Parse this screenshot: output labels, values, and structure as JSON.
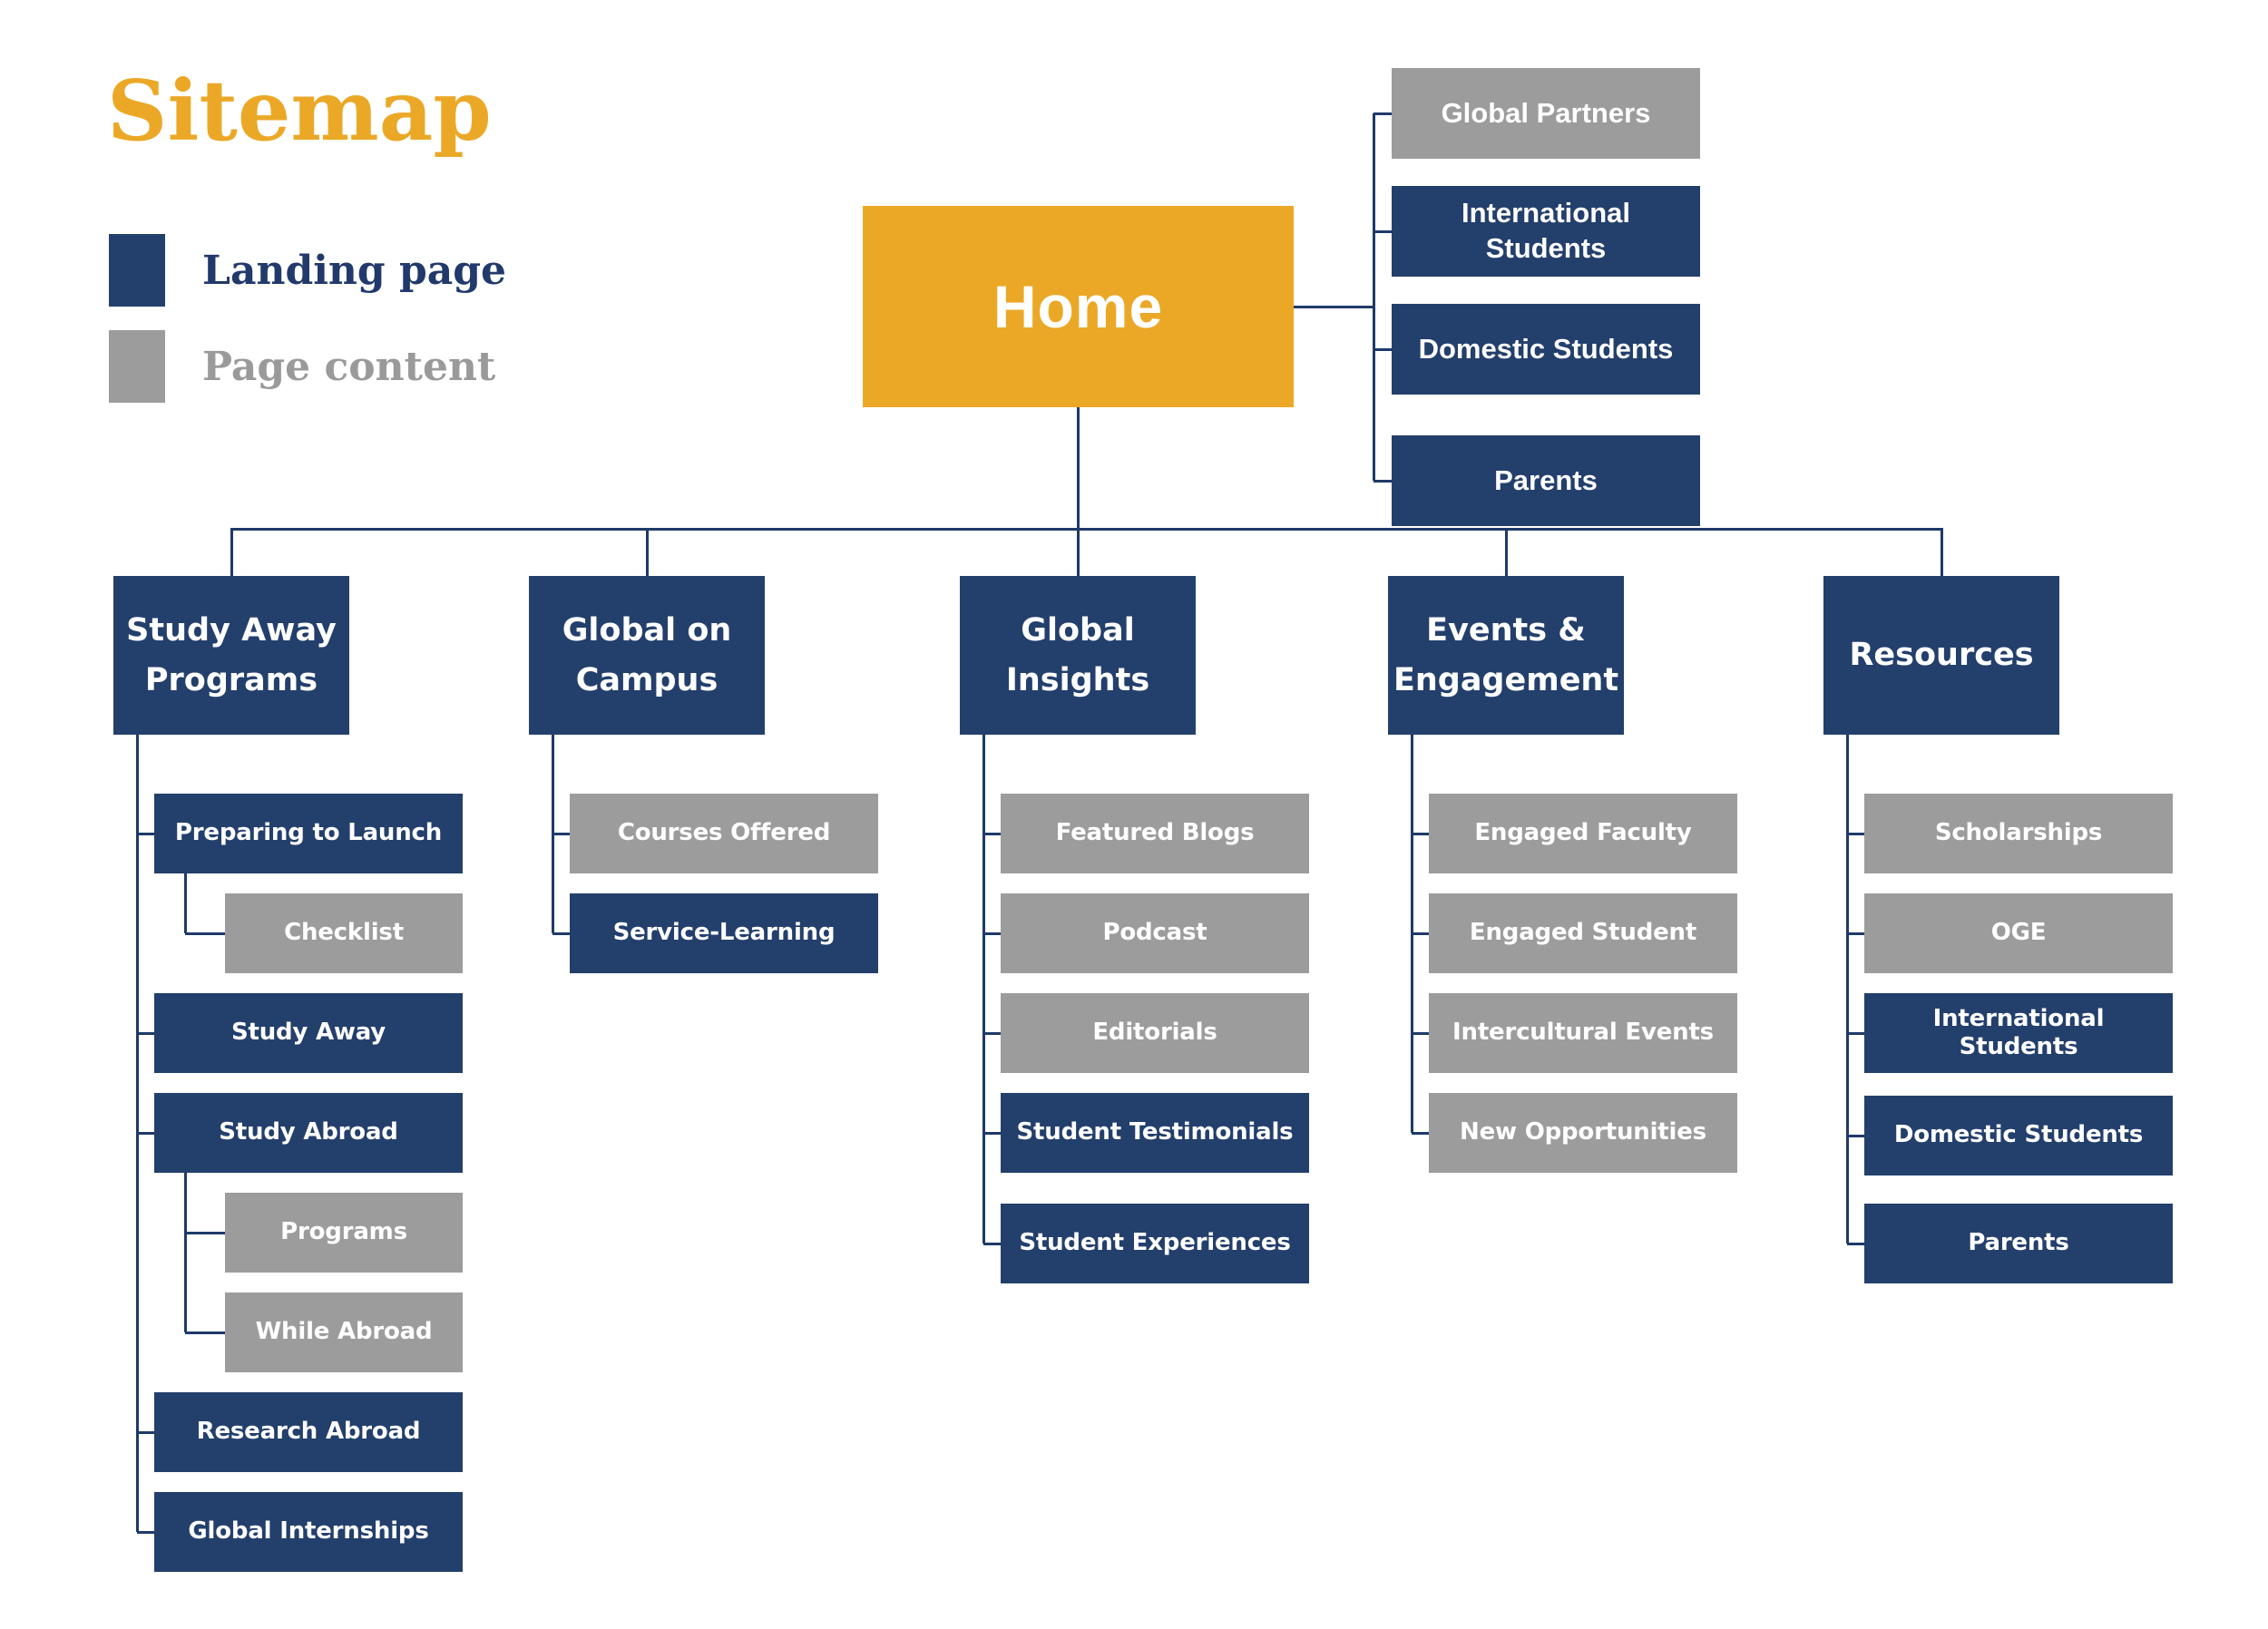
{
  "title": "Sitemap",
  "legend": {
    "landing_label": "Landing page",
    "content_label": "Page content"
  },
  "colors": {
    "gold": "#EBA827",
    "navy": "#233F6C",
    "gray": "#9C9C9C",
    "line": "#1F3A69",
    "box_text": "#FFFFFF",
    "legend_landing_text": "#21396B",
    "legend_content_text": "#9A9A9A"
  },
  "home": {
    "label": "Home",
    "type": "landing"
  },
  "home_children": [
    {
      "label": "Global Partners",
      "type": "content"
    },
    {
      "label": "International Students",
      "type": "landing"
    },
    {
      "label": "Domestic Students",
      "type": "landing"
    },
    {
      "label": "Parents",
      "type": "landing"
    }
  ],
  "branches": [
    {
      "label": "Study Away Programs",
      "type": "landing",
      "children": [
        {
          "label": "Preparing to Launch",
          "type": "landing",
          "children": [
            {
              "label": "Checklist",
              "type": "content"
            }
          ]
        },
        {
          "label": "Study Away",
          "type": "landing"
        },
        {
          "label": "Study Abroad",
          "type": "landing",
          "children": [
            {
              "label": "Programs",
              "type": "content"
            },
            {
              "label": "While Abroad",
              "type": "content"
            }
          ]
        },
        {
          "label": "Research Abroad",
          "type": "landing"
        },
        {
          "label": "Global Internships",
          "type": "landing"
        }
      ]
    },
    {
      "label": "Global on Campus",
      "type": "landing",
      "children": [
        {
          "label": "Courses Offered",
          "type": "content"
        },
        {
          "label": "Service-Learning",
          "type": "landing"
        }
      ]
    },
    {
      "label": "Global Insights",
      "type": "landing",
      "children": [
        {
          "label": "Featured Blogs",
          "type": "content"
        },
        {
          "label": "Podcast",
          "type": "content"
        },
        {
          "label": "Editorials",
          "type": "content"
        },
        {
          "label": "Student Testimonials",
          "type": "landing"
        },
        {
          "label": "Student Experiences",
          "type": "landing"
        }
      ]
    },
    {
      "label": "Events & Engagement",
      "type": "landing",
      "children": [
        {
          "label": "Engaged Faculty",
          "type": "content"
        },
        {
          "label": "Engaged Student",
          "type": "content"
        },
        {
          "label": "Intercultural Events",
          "type": "content"
        },
        {
          "label": "New Opportunities",
          "type": "content"
        }
      ]
    },
    {
      "label": "Resources",
      "type": "landing",
      "children": [
        {
          "label": "Scholarships",
          "type": "content"
        },
        {
          "label": "OGE",
          "type": "content"
        },
        {
          "label": "International Students",
          "type": "landing"
        },
        {
          "label": "Domestic Students",
          "type": "landing"
        },
        {
          "label": "Parents",
          "type": "landing"
        }
      ]
    }
  ]
}
